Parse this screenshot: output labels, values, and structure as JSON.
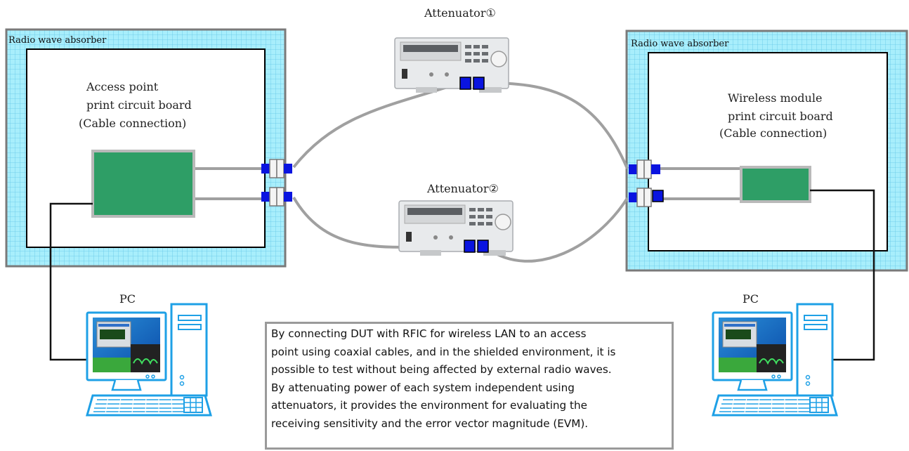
{
  "left_zone": {
    "title": "Radio wave absorber",
    "board_label": [
      "Access point",
      "print circuit board",
      "(Cable connection)"
    ]
  },
  "right_zone": {
    "title": "Radio wave absorber",
    "board_label": [
      "Wireless module",
      "print circuit board",
      "(Cable connection)"
    ]
  },
  "attenuators": [
    {
      "label": "Attenuator①"
    },
    {
      "label": "Attenuator②"
    }
  ],
  "computers": [
    {
      "label": "PC"
    },
    {
      "label": "PC"
    }
  ],
  "description": [
    "By connecting DUT with RFIC for wireless LAN to an access",
    "point using  coaxial cables, and in the shielded environment, it is",
    "possible to test without being affected by external radio waves.",
    "By attenuating power of each system independent using",
    "attenuators, it provides the environment for evaluating the",
    "receiving sensitivity and the error vector magnitude (EVM)."
  ],
  "colors": {
    "absorber": "#a8eefc",
    "absorber_grid": "#62c6e6",
    "board": "#2e9e66",
    "connector": "#0a14e0",
    "cable": "#a0a0a0",
    "pc_outline": "#1ea0e6"
  }
}
